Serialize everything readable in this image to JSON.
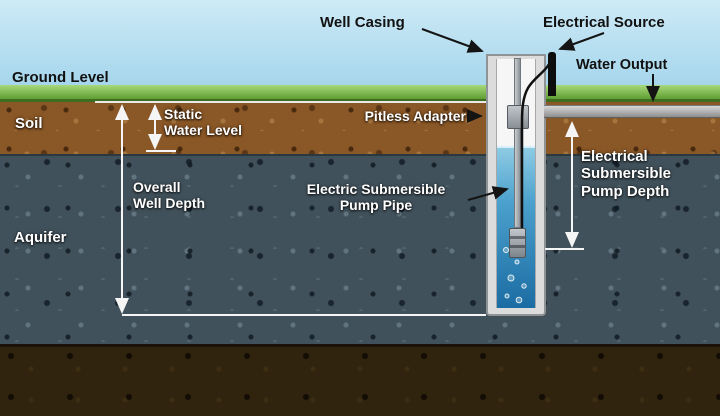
{
  "diagram": {
    "labels": {
      "well_casing": "Well Casing",
      "electrical_source": "Electrical Source",
      "water_output": "Water Output",
      "ground_level": "Ground Level",
      "soil": "Soil",
      "static_water_level": [
        "Static",
        "Water Level"
      ],
      "pitless_adapter": "Pitless Adapter",
      "electric_submersible_pump_pipe": [
        "Electric Submersible",
        "Pump Pipe"
      ],
      "overall_well_depth": [
        "Overall",
        "Well Depth"
      ],
      "aquifer": "Aquifer",
      "electrical_submersible_pump_depth": [
        "Electrical",
        "Submersible",
        "Pump Depth"
      ]
    },
    "colors": {
      "sky": "#cdeaf6",
      "grass": "#5f9e33",
      "soil": "#8a5726",
      "aquifer": "#41515b",
      "bedrock": "#30240f",
      "water": "#1b6ca3",
      "label_light": "#ffffff",
      "label_dark": "#111111"
    }
  }
}
